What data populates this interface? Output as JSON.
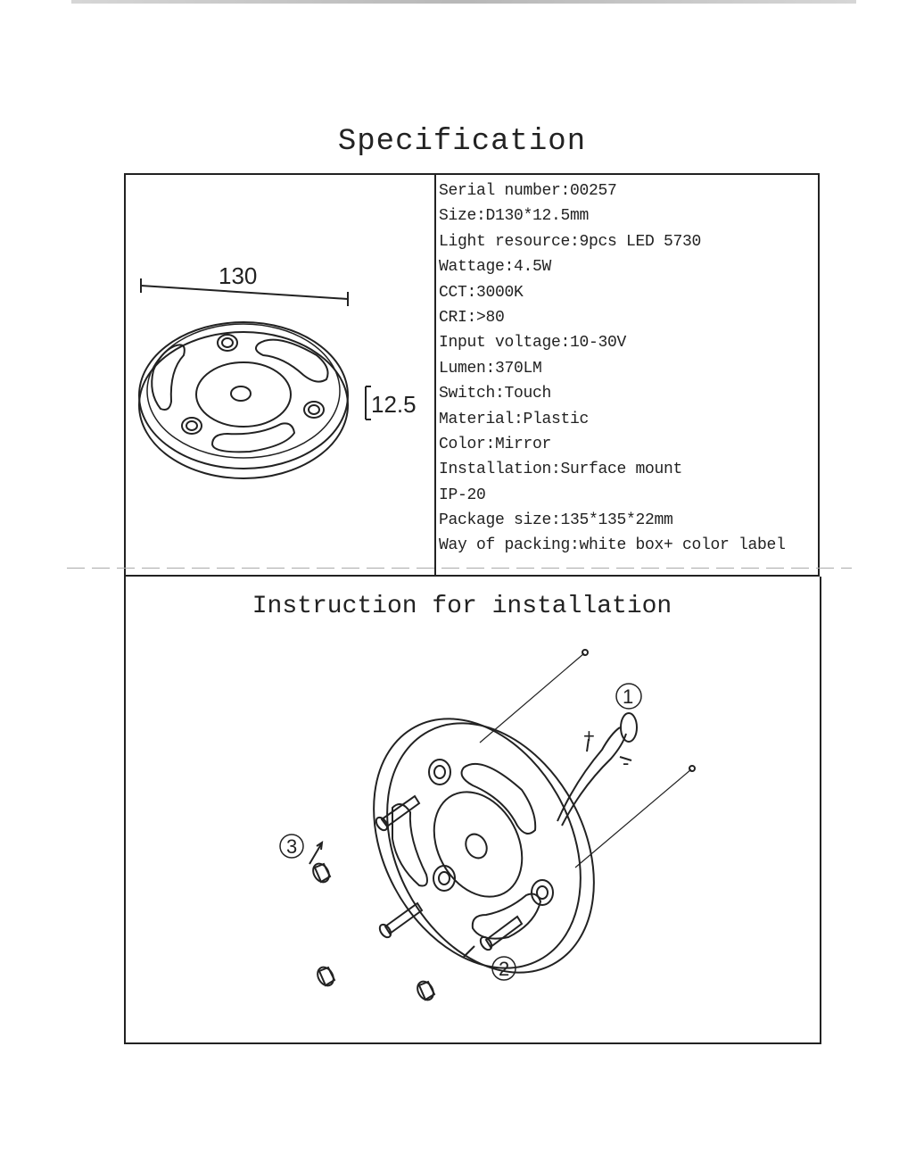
{
  "title": "Specification",
  "specs": [
    "Serial number:00257",
    "Size:D130*12.5mm",
    "Light resource:9pcs LED 5730",
    "Wattage:4.5W",
    "CCT:3000K",
    "CRI:>80",
    "Input voltage:10-30V",
    "Lumen:370LM",
    "Switch:Touch",
    "Material:Plastic",
    "Color:Mirror",
    "Installation:Surface mount",
    "IP-20",
    "Package size:135*135*22mm",
    "Way of packing:white box+ color label"
  ],
  "drawing": {
    "diameter_label": "130",
    "height_label": "12.5"
  },
  "installation": {
    "title": "Instruction for installation",
    "step1": "1",
    "step2": "2",
    "step3": "3",
    "plus_sign": "+",
    "minus_sign": "-"
  }
}
